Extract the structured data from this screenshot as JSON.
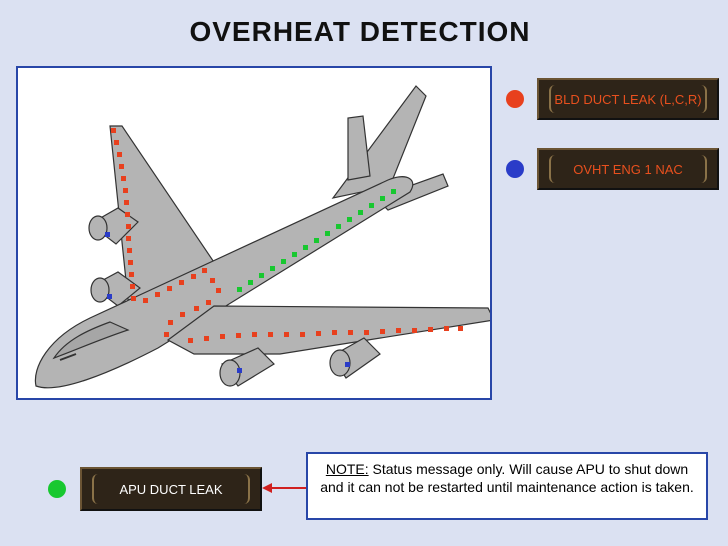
{
  "title": "OVERHEAT DETECTION",
  "messages": {
    "bld_duct": {
      "label": "BLD DUCT LEAK (L,C,R)",
      "color": "#e8501e"
    },
    "ovht_eng": {
      "label": "OVHT ENG 1 NAC",
      "color": "#e8501e"
    },
    "apu_duct": {
      "label": "APU DUCT LEAK",
      "color": "#ffffff"
    }
  },
  "indicators": {
    "red": "#e8401e",
    "blue": "#2a3cc8",
    "green": "#18c830"
  },
  "note": {
    "heading": "NOTE:",
    "text": " Status message only. Will cause APU to shut down and it can not be restarted until maintenance action is taken."
  }
}
